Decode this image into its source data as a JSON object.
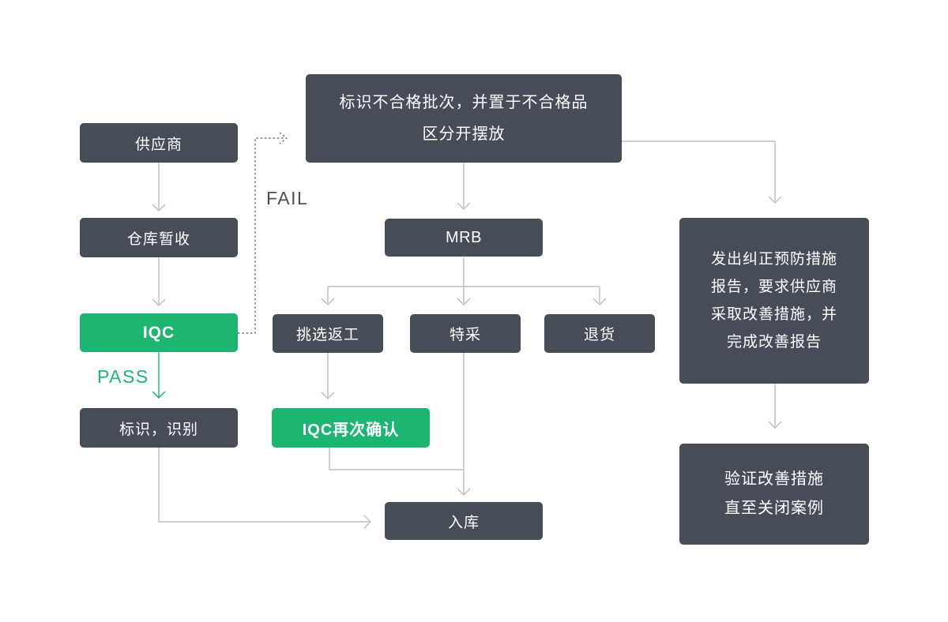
{
  "title": "IQC incoming quality control flowchart",
  "colors": {
    "node_dark": "#474d57",
    "node_green": "#1eb573",
    "line": "#bcc0c4",
    "dashed_line": "#565b63",
    "pass_text": "#1eb573",
    "fail_text": "#4b5058",
    "node_text": "#ffffff",
    "background": "#ffffff"
  },
  "nodes": {
    "supplier": {
      "label": "供应商"
    },
    "warehouse_receive": {
      "label": "仓库暂收"
    },
    "iqc": {
      "label": "IQC"
    },
    "mark_identify": {
      "label": "标识，识别"
    },
    "nonconforming_area": {
      "label": "标识不合格批次，并置于不合格品\n区分开摆放"
    },
    "mrb": {
      "label": "MRB"
    },
    "sort_rework": {
      "label": "挑选返工"
    },
    "special_acceptance": {
      "label": "特采"
    },
    "return_goods": {
      "label": "退货"
    },
    "iqc_recheck": {
      "label": "IQC再次确认"
    },
    "warehouse_in": {
      "label": "入库"
    },
    "capa_report": {
      "label": "发出纠正预防措施\n报告，要求供应商\n采取改善措施，并\n完成改善报告"
    },
    "verify_close": {
      "label": "验证改善措施\n直至关闭案例"
    }
  },
  "edge_labels": {
    "pass": "PASS",
    "fail": "FAIL"
  },
  "edges": [
    {
      "from": "supplier",
      "to": "warehouse_receive",
      "style": "solid"
    },
    {
      "from": "warehouse_receive",
      "to": "iqc",
      "style": "solid"
    },
    {
      "from": "iqc",
      "to": "mark_identify",
      "style": "solid-green",
      "label": "PASS"
    },
    {
      "from": "iqc",
      "to": "nonconforming_area",
      "style": "dashed",
      "label": "FAIL"
    },
    {
      "from": "nonconforming_area",
      "to": "mrb",
      "style": "solid"
    },
    {
      "from": "nonconforming_area",
      "to": "capa_report",
      "style": "solid"
    },
    {
      "from": "mrb",
      "to": "sort_rework",
      "style": "solid"
    },
    {
      "from": "mrb",
      "to": "special_acceptance",
      "style": "solid"
    },
    {
      "from": "mrb",
      "to": "return_goods",
      "style": "solid"
    },
    {
      "from": "sort_rework",
      "to": "iqc_recheck",
      "style": "solid"
    },
    {
      "from": "iqc_recheck",
      "to": "warehouse_in",
      "style": "solid"
    },
    {
      "from": "special_acceptance",
      "to": "warehouse_in",
      "style": "solid"
    },
    {
      "from": "mark_identify",
      "to": "warehouse_in",
      "style": "solid"
    },
    {
      "from": "capa_report",
      "to": "verify_close",
      "style": "solid"
    }
  ]
}
